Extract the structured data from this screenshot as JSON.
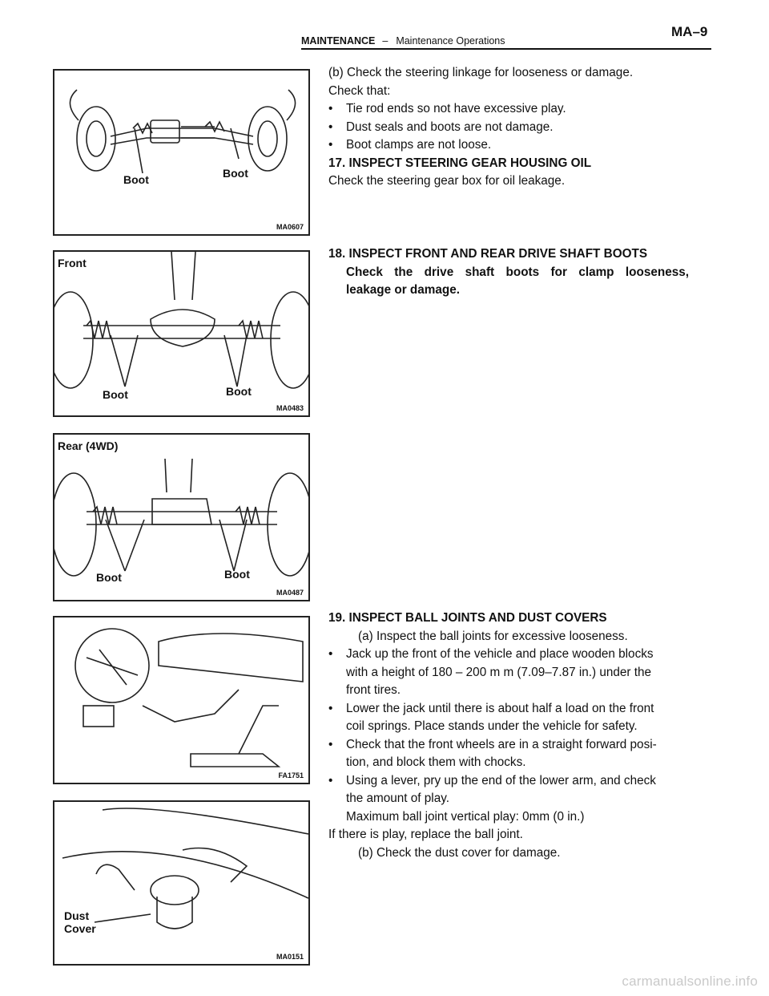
{
  "header": {
    "section": "MAINTENANCE",
    "separator": "–",
    "subsection": "Maintenance Operations",
    "page": "MA–9"
  },
  "figures": [
    {
      "code": "MA0607",
      "title": "",
      "labels": [
        "Boot",
        "Boot"
      ]
    },
    {
      "code": "MA0483",
      "title": "Front",
      "labels": [
        "Boot",
        "Boot"
      ]
    },
    {
      "code": "MA0487",
      "title": "Rear (4WD)",
      "labels": [
        "Boot",
        "Boot"
      ]
    },
    {
      "code": "FA1751",
      "title": "",
      "labels": []
    },
    {
      "code": "MA0151",
      "title": "",
      "labels": [
        "Dust",
        "Cover"
      ]
    }
  ],
  "block1": {
    "line1": "(b) Check the steering linkage for looseness or damage.",
    "line2": "Check that:",
    "bullets": [
      "Tie rod ends so not have excessive play.",
      "Dust seals and boots are not damage.",
      "Boot clamps are not loose."
    ],
    "heading17": "17. INSPECT STEERING GEAR HOUSING OIL",
    "text17": "Check the steering gear box for oil leakage."
  },
  "block2": {
    "heading18": "18. INSPECT FRONT AND REAR DRIVE SHAFT BOOTS",
    "text18a": "Check the drive shaft boots for clamp looseness,",
    "text18b": "leakage or damage."
  },
  "block3": {
    "heading19": "19. INSPECT BALL JOINTS AND DUST COVERS",
    "stepa": "(a) Inspect the ball joints for excessive looseness.",
    "bullet_char": "•",
    "b1a": "Jack up the front of the vehicle and place wooden blocks",
    "b1b": "with a height of 180 – 200 m m (7.09–7.87 in.) under the",
    "b1c": "front tires.",
    "b2a": "Lower the jack until there is about half a load on the front",
    "b2b": "coil springs. Place stands under the vehicle for safety.",
    "b3a": "Check that the front wheels are in a straight forward posi-",
    "b3b": "tion, and block them with chocks.",
    "b4a": "Using a lever, pry up the end of the lower arm, and check",
    "b4b": "the amount of play.",
    "spec": "Maximum ball joint vertical play: 0mm (0 in.)",
    "ifplay": "If there is play, replace the ball joint.",
    "stepb": "(b) Check the dust cover for damage."
  },
  "footer": "carmanualsonline.info"
}
